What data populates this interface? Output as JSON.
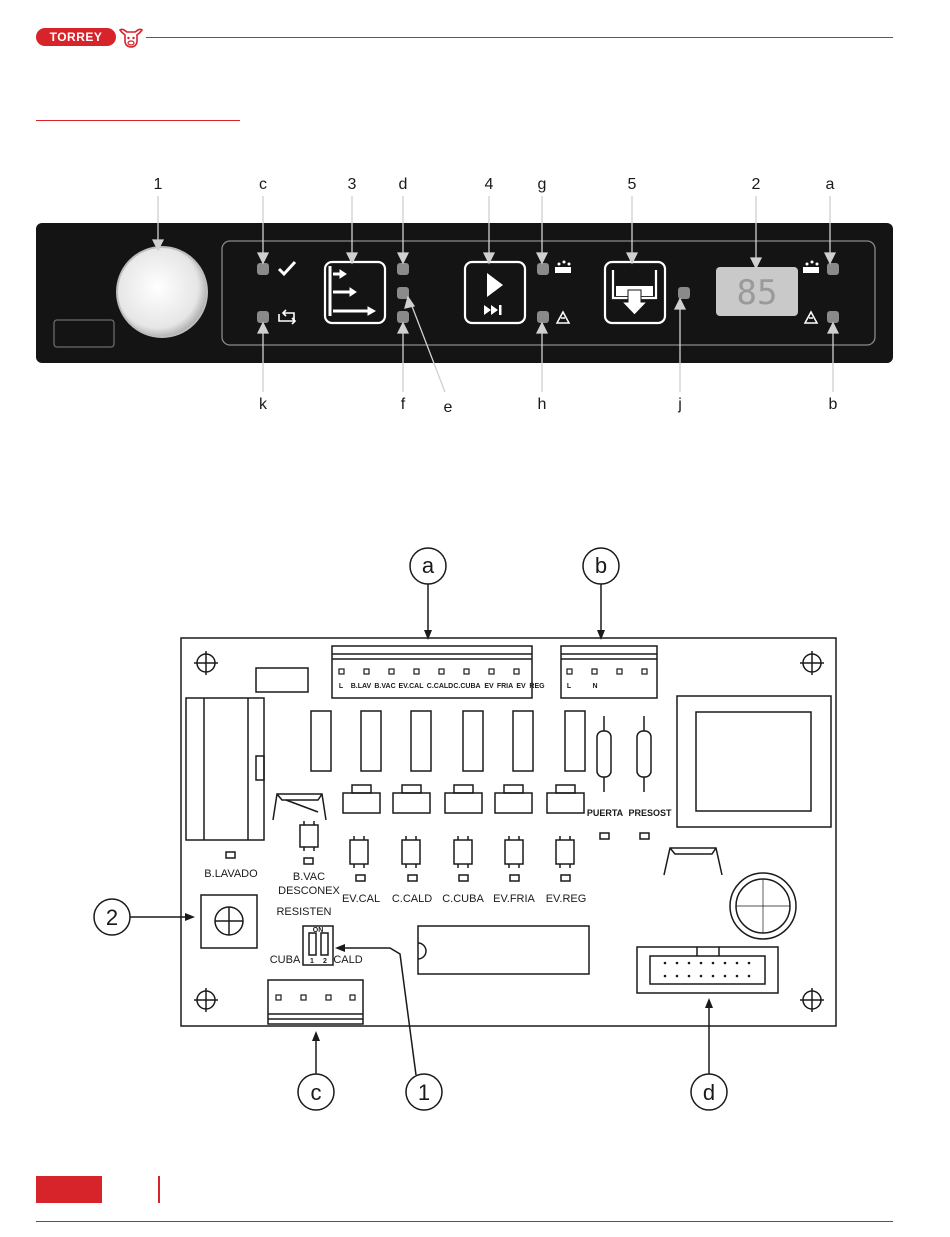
{
  "header": {
    "brand": "TORREY"
  },
  "panel": {
    "callouts_top": [
      "1",
      "c",
      "3",
      "d",
      "4",
      "g",
      "5",
      "2",
      "a"
    ],
    "callouts_bottom": [
      "k",
      "f",
      "e",
      "h",
      "j",
      "b"
    ],
    "display_value": "85"
  },
  "board": {
    "circle_callouts": [
      "a",
      "b",
      "2",
      "1",
      "c",
      "d"
    ],
    "terminal_a_labels": [
      "L",
      "B.LAV",
      "B.VAC",
      "EV.CAL",
      "C.CALD",
      "C.CUBA",
      "EV",
      "FRIA",
      "EV",
      "REG"
    ],
    "terminal_b_labels": [
      "L",
      "N"
    ],
    "sensor_labels": [
      "PUERTA",
      "PRESOST"
    ],
    "relay_labels": [
      "EV.CAL",
      "C.CALD",
      "C.CUBA",
      "EV.FRIA",
      "EV.REG"
    ],
    "left_labels": [
      "B.LAVADO",
      "B.VAC",
      "DESCONEX",
      "RESISTEN"
    ],
    "dip_labels": {
      "on": "ON",
      "sw1": "1",
      "sw2": "2",
      "left": "CUBA",
      "right": "CALD"
    }
  },
  "colors": {
    "accent": "#d7232a",
    "panel_bg": "#141414"
  }
}
